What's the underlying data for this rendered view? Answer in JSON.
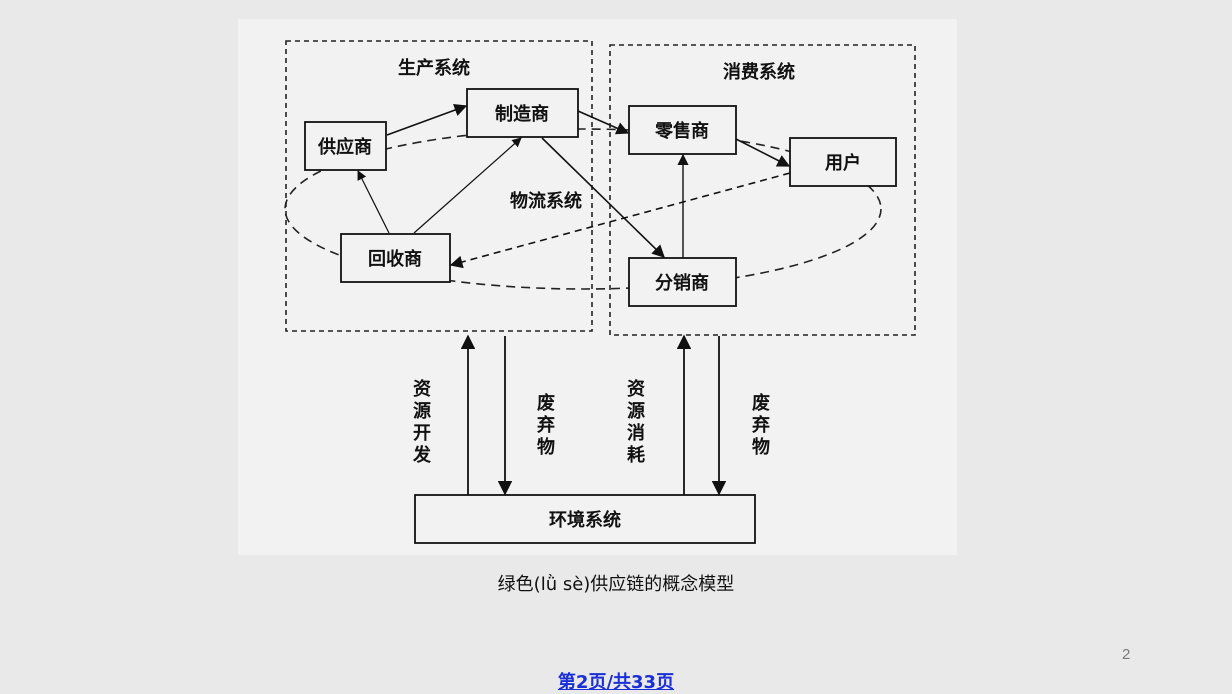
{
  "diagram": {
    "production_system": "生产系统",
    "consumption_system": "消费系统",
    "supplier": "供应商",
    "manufacturer": "制造商",
    "retailer": "零售商",
    "user": "用户",
    "logistics_system": "物流系统",
    "recycler": "回收商",
    "distributor": "分销商",
    "environment_system": "环境系统",
    "resource_development": [
      "资",
      "源",
      "开",
      "发"
    ],
    "waste_left": [
      "废",
      "弃",
      "物"
    ],
    "resource_consumption": [
      "资",
      "源",
      "消",
      "耗"
    ],
    "waste_right": [
      "废",
      "弃",
      "物"
    ]
  },
  "caption": "绿色(lǜ sè)供应链的概念模型",
  "page_number": "2",
  "footer_link": "第2页/共33页",
  "colors": {
    "background": "#e9e9e9",
    "figure_bg": "#f2f2f2",
    "link": "#1a2fd6"
  }
}
